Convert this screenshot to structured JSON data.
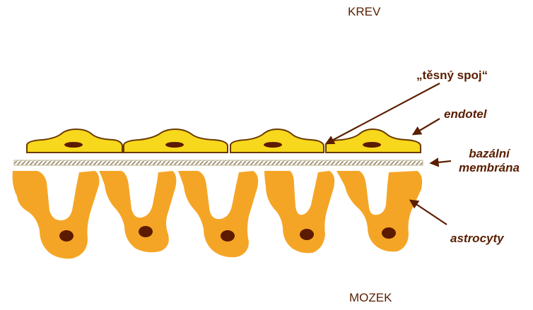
{
  "labels": {
    "blood": "KREV",
    "tight_junction": "„těsný spoj“",
    "endothelium": "endotel",
    "basal_membrane_1": "bazální",
    "basal_membrane_2": "membrána",
    "astrocytes": "astrocyty",
    "brain": "MOZEK"
  },
  "colors": {
    "text": "#5a1e00",
    "endothelium_fill": "#f7d81c",
    "endothelium_outline": "#6a3a00",
    "endothelium_nucleus": "#5c1a00",
    "astrocyte_fill": "#f5a526",
    "astrocyte_nucleus": "#5c1a00",
    "membrane": "#cdbfa6",
    "arrow": "#5a1e00"
  }
}
